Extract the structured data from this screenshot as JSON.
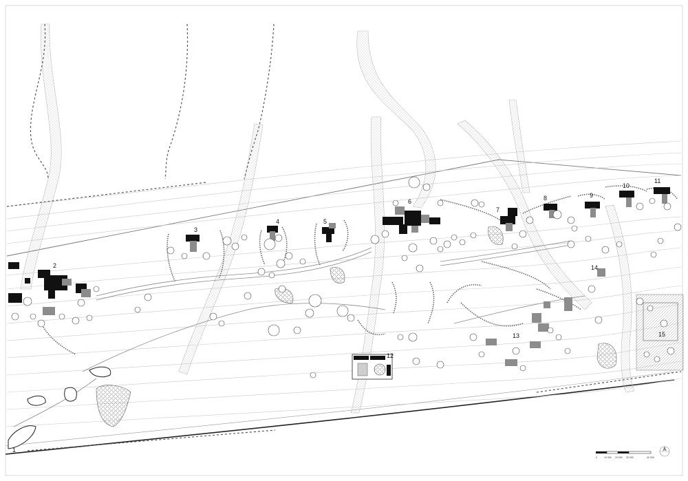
{
  "map": {
    "labels": [
      {
        "id": "1",
        "text": "1"
      },
      {
        "id": "2",
        "text": "2"
      },
      {
        "id": "3",
        "text": "3"
      },
      {
        "id": "4",
        "text": "4"
      },
      {
        "id": "5",
        "text": "5"
      },
      {
        "id": "6",
        "text": "6"
      },
      {
        "id": "7",
        "text": "7"
      },
      {
        "id": "8",
        "text": "8"
      },
      {
        "id": "9",
        "text": "9"
      },
      {
        "id": "10",
        "text": "10"
      },
      {
        "id": "11",
        "text": "11"
      },
      {
        "id": "12",
        "text": "12"
      },
      {
        "id": "13",
        "text": "13"
      },
      {
        "id": "14",
        "text": "14"
      },
      {
        "id": "15",
        "text": "15"
      }
    ],
    "scale_bar": {
      "ticks": [
        "0",
        "10 000",
        "20 000",
        "30 000",
        "40 000"
      ]
    },
    "colors": {
      "building": "#111111",
      "line": "#444444",
      "contour": "#c9c9c9"
    },
    "north_arrow_icon": "north-arrow-icon"
  }
}
